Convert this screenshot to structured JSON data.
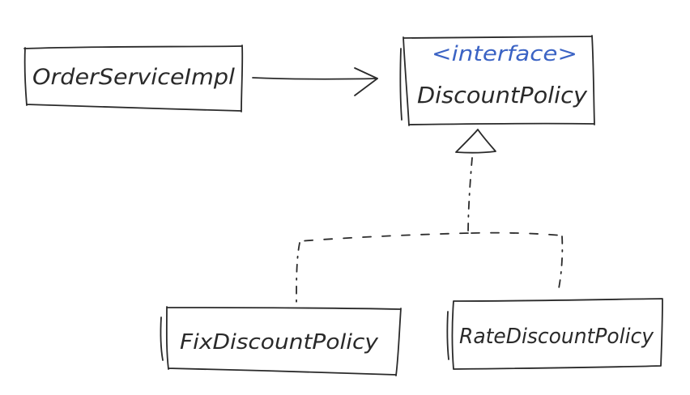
{
  "diagram": {
    "nodes": {
      "order_service_impl": {
        "label": "OrderServiceImpl"
      },
      "discount_policy": {
        "stereotype": "<interface>",
        "label": "DiscountPolicy"
      },
      "fix_discount_policy": {
        "label": "FixDiscountPolicy"
      },
      "rate_discount_policy": {
        "label": "RateDiscountPolicy"
      }
    },
    "edges": [
      {
        "from": "order_service_impl",
        "to": "discount_policy",
        "kind": "dependency"
      },
      {
        "from": "fix_discount_policy",
        "to": "discount_policy",
        "kind": "realization"
      },
      {
        "from": "rate_discount_policy",
        "to": "discount_policy",
        "kind": "realization"
      }
    ],
    "colors": {
      "ink": "#2a2a2a",
      "stereotype": "#3b63c4",
      "background": "#ffffff"
    }
  }
}
